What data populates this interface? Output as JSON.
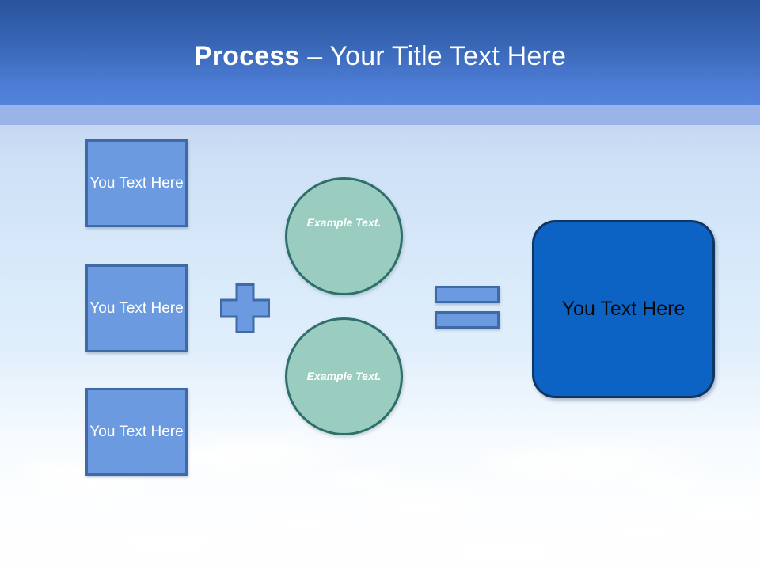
{
  "slide": {
    "header": {
      "title_bold": "Process",
      "title_regular": " – Your Title Text Here",
      "band_color": "#3765b4",
      "underline_color": "#9ab3e8"
    },
    "inputs": [
      {
        "label": "You Text Here"
      },
      {
        "label": "You Text Here"
      },
      {
        "label": "You Text Here"
      }
    ],
    "operators": {
      "plus": "plus-icon",
      "equals": "equals-icon"
    },
    "circles": [
      {
        "label": "Example Text."
      },
      {
        "label": "Example Text."
      }
    ],
    "result": {
      "label": "You Text Here"
    },
    "colors": {
      "input_fill": "#6b9ae0",
      "input_border": "#3f6aa5",
      "circle_fill": "#9acdc0",
      "circle_border": "#2e6f6b",
      "result_fill": "#0d63c4",
      "result_border": "#10355f",
      "title_text": "#ffffff",
      "result_text": "#0a0a0a"
    }
  }
}
